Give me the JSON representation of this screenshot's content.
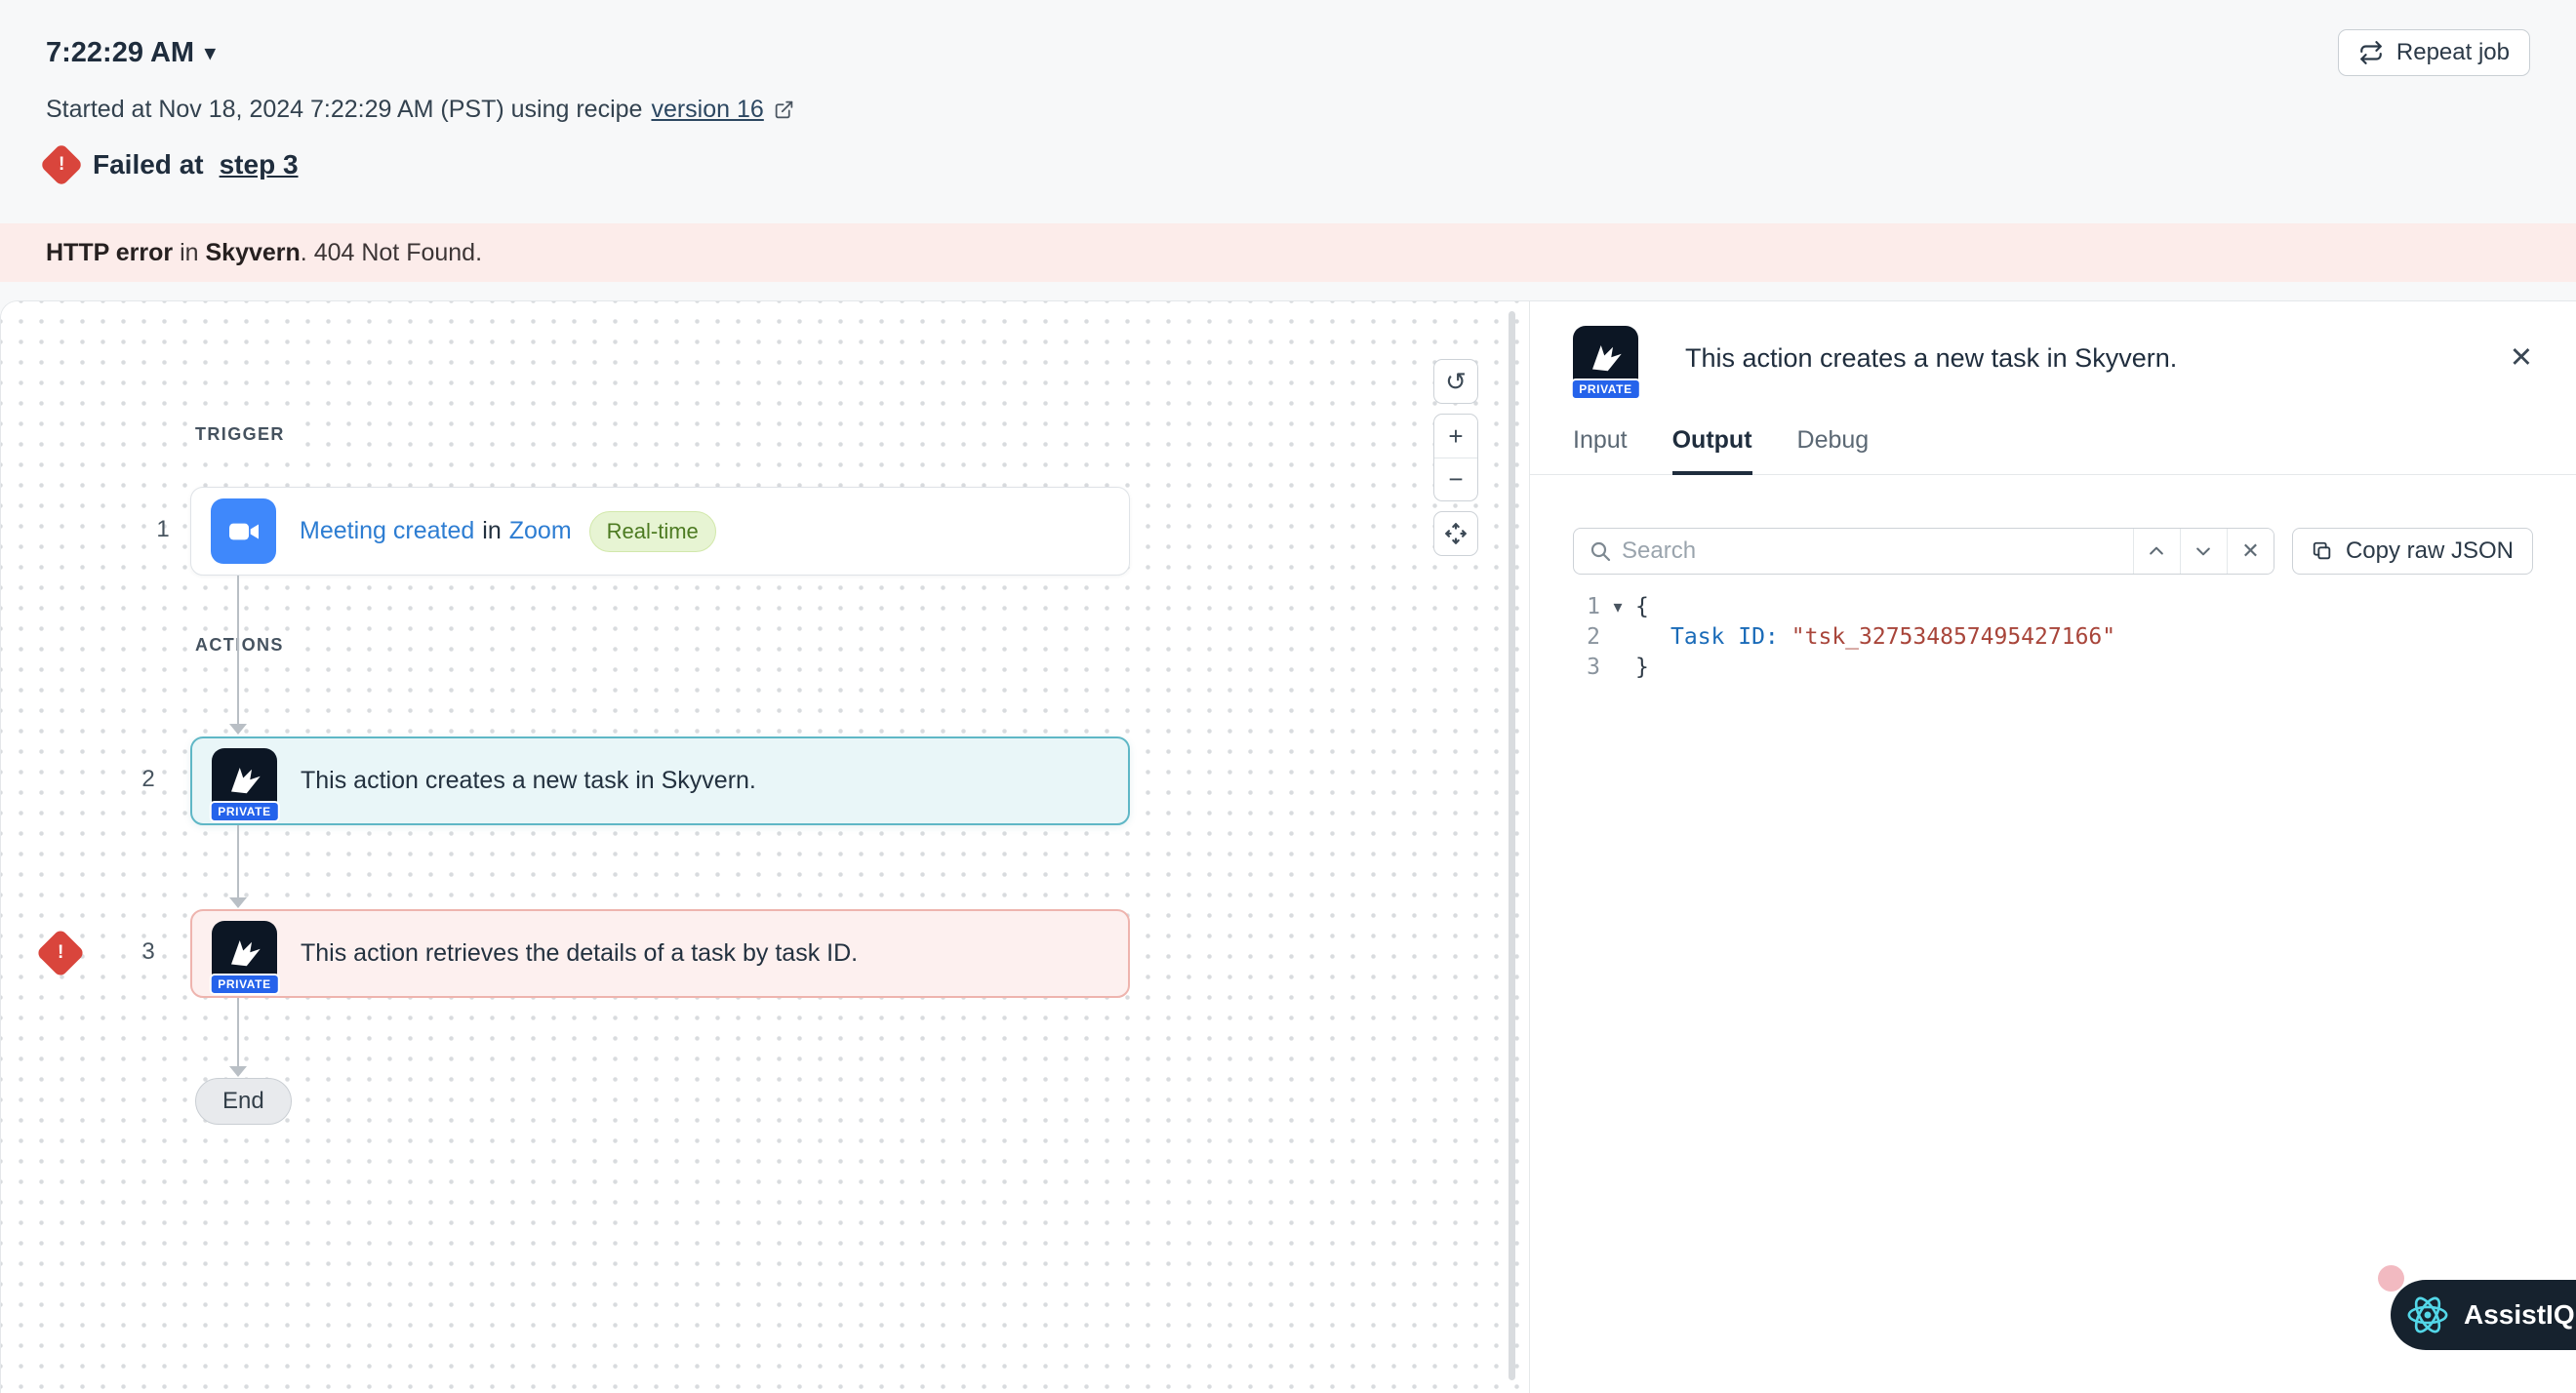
{
  "colors": {
    "error_red": "#d9453c",
    "banner_bg": "#fcecea",
    "selected_teal": "#5fb7c6",
    "selected_bg": "#e9f6f8",
    "failed_border": "#eeb4ae",
    "failed_bg": "#fdf0ef",
    "zoom_blue": "#3f88fb",
    "private_badge_blue": "#2563eb",
    "realtime_green_bg": "#e7f4d3",
    "realtime_green_text": "#4c7a21",
    "link_blue": "#2d7dd2",
    "code_key_blue": "#1a6bb8",
    "code_string_red": "#a8453a",
    "assistiq_bg": "#16222e",
    "assistiq_accent": "#53d7e8"
  },
  "icons": {
    "caret_down": "▾",
    "close": "✕",
    "zoom_in": "+",
    "zoom_out": "−",
    "reset": "↺",
    "exclamation": "!"
  },
  "header": {
    "timestamp": "7:22:29 AM",
    "repeat_job": "Repeat job",
    "started_text": "Started at Nov 18, 2024 7:22:29 AM (PST) using recipe",
    "version_link": "version 16",
    "failed_label": "Failed at",
    "failed_step": "step 3"
  },
  "banner": {
    "bold1": "HTTP error",
    "mid": " in ",
    "bold2": "Skyvern",
    "rest": ". 404 Not Found."
  },
  "canvas": {
    "trigger_label": "TRIGGER",
    "actions_label": "ACTIONS",
    "step1": {
      "number": "1",
      "link1": "Meeting created",
      "connector": "in",
      "link2": "Zoom",
      "badge": "Real-time"
    },
    "step2": {
      "number": "2",
      "text": "This action creates a new task in Skyvern.",
      "badge": "PRIVATE"
    },
    "step3": {
      "number": "3",
      "text": "This action retrieves the details of a task by task ID.",
      "badge": "PRIVATE"
    },
    "end_label": "End"
  },
  "panel": {
    "title": "This action creates a new task in Skyvern.",
    "badge": "PRIVATE",
    "tabs": [
      {
        "label": "Input"
      },
      {
        "label": "Output"
      },
      {
        "label": "Debug"
      }
    ],
    "search_placeholder": "Search",
    "copy_button": "Copy raw JSON",
    "code": {
      "line_numbers": [
        "1",
        "2",
        "3"
      ],
      "line1": "{",
      "line2_key": "Task ID:",
      "line2_value": "\"tsk_327534857495427166\"",
      "line3": "}"
    }
  },
  "assistiq": {
    "label": "AssistIQ"
  }
}
